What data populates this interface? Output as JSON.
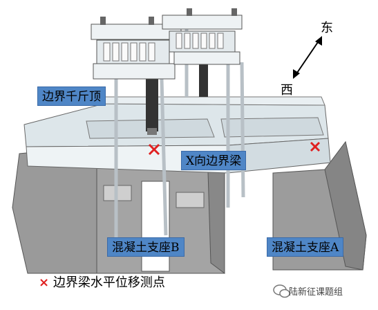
{
  "labels": {
    "jack": "边界千斤顶",
    "beam": "X向边界梁",
    "support_b": "混凝土支座B",
    "support_a": "混凝土支座A"
  },
  "compass": {
    "north_east": "东",
    "south_west": "西"
  },
  "legend": {
    "marker": "×",
    "text": "边界梁水平位移测点"
  },
  "watermark": "陆新征课题组",
  "colors": {
    "label_bg": "#4f86c6",
    "marker": "#e02020",
    "concrete": "#9a9a9a",
    "steel": "#e8eef2"
  }
}
